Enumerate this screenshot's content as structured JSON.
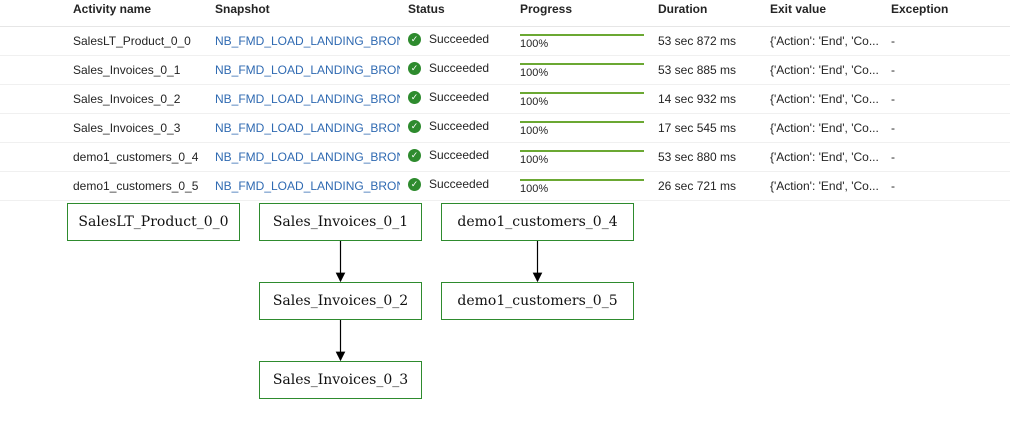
{
  "table": {
    "headers": {
      "activity_name": "Activity name",
      "snapshot": "Snapshot",
      "status": "Status",
      "progress": "Progress",
      "duration": "Duration",
      "exit_value": "Exit value",
      "exception": "Exception"
    },
    "rows": [
      {
        "name": "SalesLT_Product_0_0",
        "snapshot": "NB_FMD_LOAD_LANDING_BRONZE",
        "status": "Succeeded",
        "progress_label": "100%",
        "progress": 1.0,
        "duration": "53 sec 872 ms",
        "exit_value": "{'Action': 'End', 'Co...",
        "exception": "-"
      },
      {
        "name": "Sales_Invoices_0_1",
        "snapshot": "NB_FMD_LOAD_LANDING_BRONZE",
        "status": "Succeeded",
        "progress_label": "100%",
        "progress": 1.0,
        "duration": "53 sec 885 ms",
        "exit_value": "{'Action': 'End', 'Co...",
        "exception": "-"
      },
      {
        "name": "Sales_Invoices_0_2",
        "snapshot": "NB_FMD_LOAD_LANDING_BRONZE",
        "status": "Succeeded",
        "progress_label": "100%",
        "progress": 1.0,
        "duration": "14 sec 932 ms",
        "exit_value": "{'Action': 'End', 'Co...",
        "exception": "-"
      },
      {
        "name": "Sales_Invoices_0_3",
        "snapshot": "NB_FMD_LOAD_LANDING_BRONZE",
        "status": "Succeeded",
        "progress_label": "100%",
        "progress": 1.0,
        "duration": "17 sec 545 ms",
        "exit_value": "{'Action': 'End', 'Co...",
        "exception": "-"
      },
      {
        "name": "demo1_customers_0_4",
        "snapshot": "NB_FMD_LOAD_LANDING_BRONZE",
        "status": "Succeeded",
        "progress_label": "100%",
        "progress": 1.0,
        "duration": "53 sec 880 ms",
        "exit_value": "{'Action': 'End', 'Co...",
        "exception": "-"
      },
      {
        "name": "demo1_customers_0_5",
        "snapshot": "NB_FMD_LOAD_LANDING_BRONZE",
        "status": "Succeeded",
        "progress_label": "100%",
        "progress": 1.0,
        "duration": "26 sec 721 ms",
        "exit_value": "{'Action': 'End', 'Co...",
        "exception": "-"
      }
    ]
  },
  "diagram": {
    "nodes": [
      {
        "id": "n0",
        "label": "SalesLT_Product_0_0"
      },
      {
        "id": "n1",
        "label": "Sales_Invoices_0_1"
      },
      {
        "id": "n4",
        "label": "demo1_customers_0_4"
      },
      {
        "id": "n2",
        "label": "Sales_Invoices_0_2"
      },
      {
        "id": "n5",
        "label": "demo1_customers_0_5"
      },
      {
        "id": "n3",
        "label": "Sales_Invoices_0_3"
      }
    ],
    "edges": [
      {
        "from": "n1",
        "to": "n2"
      },
      {
        "from": "n2",
        "to": "n3"
      },
      {
        "from": "n4",
        "to": "n5"
      }
    ]
  },
  "colors": {
    "link": "#2f6ab2",
    "success": "#2e8b2e",
    "progress_fill": "#6ba833",
    "node_border": "#2e8b2e"
  },
  "icons": {
    "status": "check-circle-icon"
  }
}
